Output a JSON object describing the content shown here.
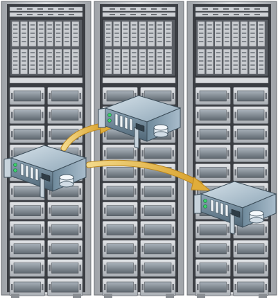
{
  "colors": {
    "background": "#ffffff",
    "rack_frame": "#b9bcc0",
    "rack_inner": "#3b3e43",
    "blade_bay": "#5a5e64",
    "blade": "#c9ccd0",
    "drawer": "#d2d5d9",
    "drawer_panel": "#8e969f",
    "server_body": "#7f98aa",
    "server_top": "#b6c7d3",
    "arrow": "#e3b54a"
  },
  "icons": [
    "server-rack",
    "blade-chassis",
    "storage-drawer",
    "server-appliance",
    "disk-icon",
    "migration-arrow"
  ]
}
